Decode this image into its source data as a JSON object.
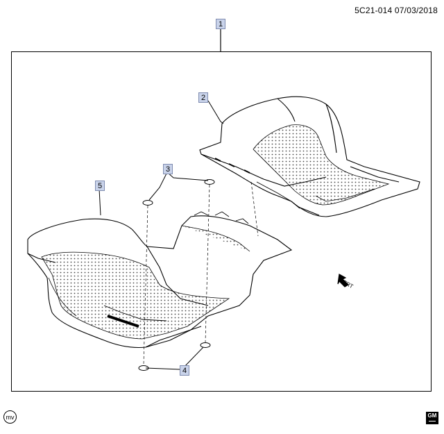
{
  "header": {
    "code": "5C21-014  07/03/2018"
  },
  "callouts": [
    {
      "label": "1"
    },
    {
      "label": "2"
    },
    {
      "label": "3"
    },
    {
      "label": "4"
    },
    {
      "label": "5"
    }
  ],
  "direction_label": "FRT",
  "footer": {
    "left_badge": "mv",
    "right_logo": "GM"
  },
  "colors": {
    "callout_fill": "#c9d3ea",
    "line": "#000000"
  }
}
